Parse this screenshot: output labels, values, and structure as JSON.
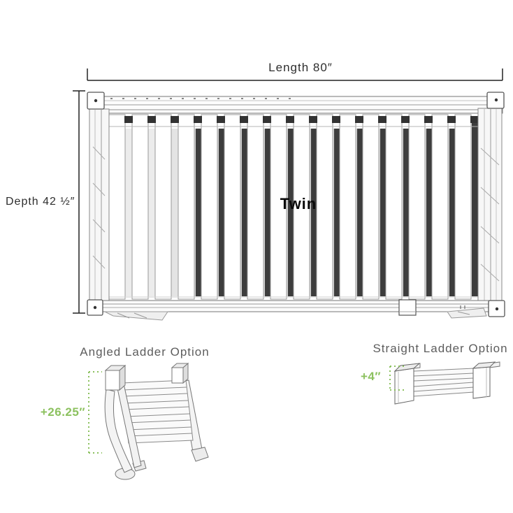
{
  "diagram": {
    "bed": {
      "length_label": "Length 80″",
      "depth_label": "Depth 42 ½″",
      "size_label": "Twin"
    },
    "angled_ladder": {
      "title": "Angled Ladder Option",
      "height_label": "+26.25″"
    },
    "straight_ladder": {
      "title": "Straight Ladder Option",
      "height_label": "+4″"
    },
    "colors": {
      "accent_green": "#8CC15F",
      "dimension_line": "#222222",
      "drawing_outline": "#777777"
    }
  }
}
